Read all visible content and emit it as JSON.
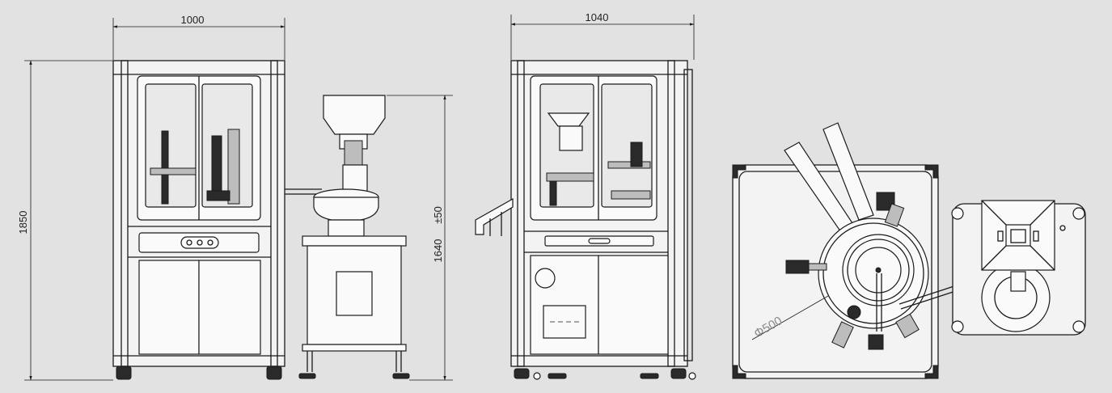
{
  "dimensions": {
    "front_width": "1000",
    "side_width": "1040",
    "height": "1850",
    "feeder_height": "1640",
    "feeder_tolerance": "±50",
    "diameter": "Φ500"
  }
}
